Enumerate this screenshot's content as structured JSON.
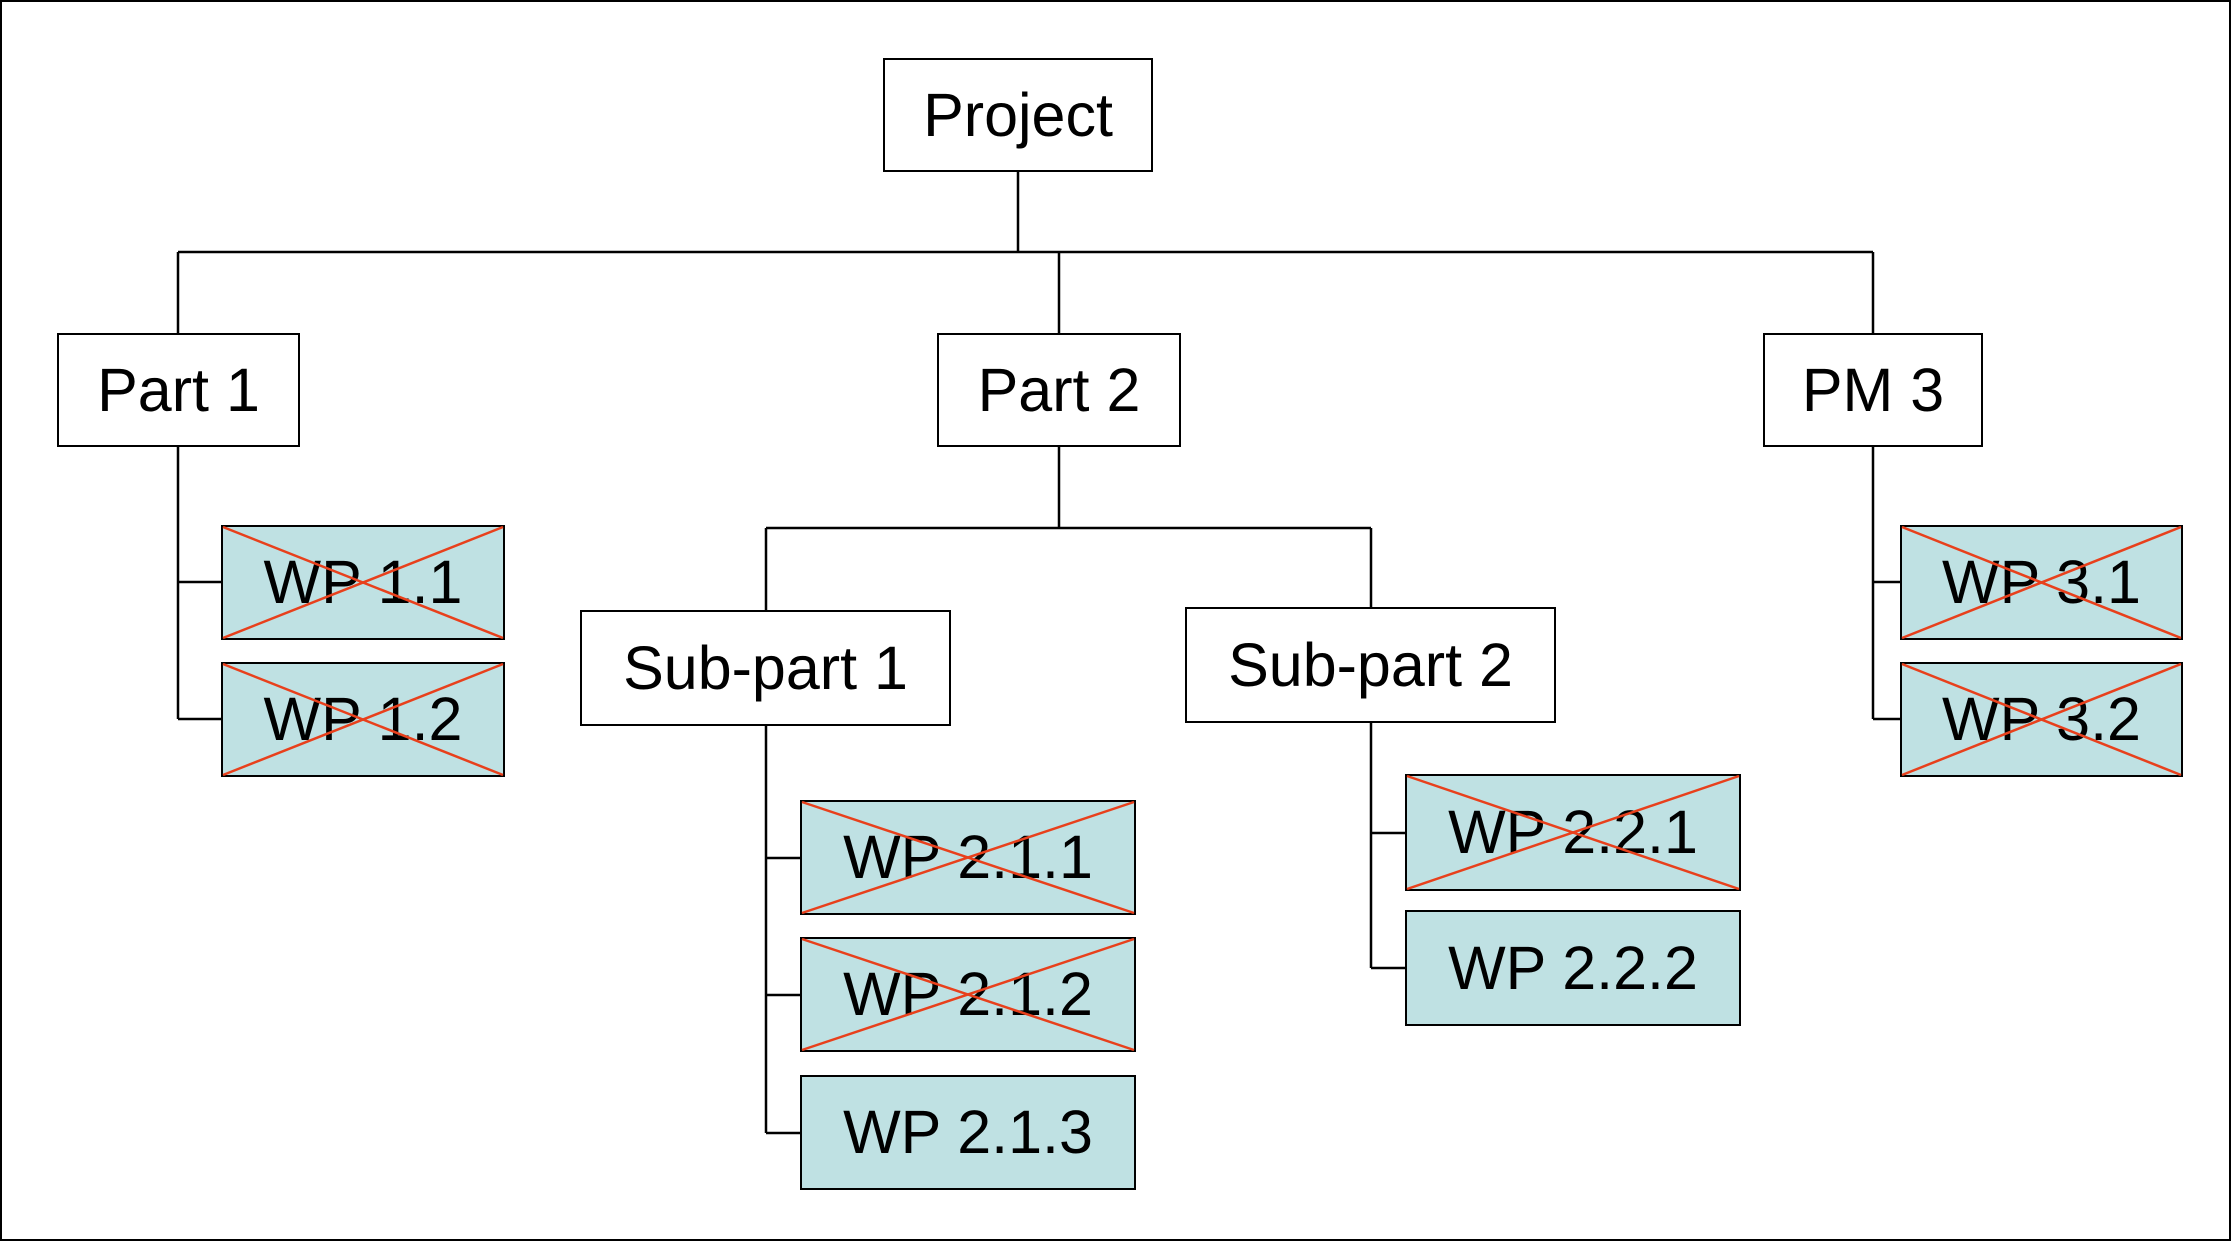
{
  "diagram": {
    "colors": {
      "work_package_fill": "#bfe1e3",
      "cross_out": "#e8401c",
      "border": "#000000"
    },
    "nodes": {
      "project": {
        "label": "Project"
      },
      "part1": {
        "label": "Part 1"
      },
      "part2": {
        "label": "Part 2"
      },
      "pm3": {
        "label": "PM 3"
      },
      "subpart1": {
        "label": "Sub-part 1"
      },
      "subpart2": {
        "label": "Sub-part 2"
      },
      "wp11": {
        "label": "WP 1.1",
        "crossed_out": true
      },
      "wp12": {
        "label": "WP 1.2",
        "crossed_out": true
      },
      "wp211": {
        "label": "WP 2.1.1",
        "crossed_out": true
      },
      "wp212": {
        "label": "WP 2.1.2",
        "crossed_out": true
      },
      "wp213": {
        "label": "WP 2.1.3",
        "crossed_out": false
      },
      "wp221": {
        "label": "WP 2.2.1",
        "crossed_out": true
      },
      "wp222": {
        "label": "WP 2.2.2",
        "crossed_out": false
      },
      "wp31": {
        "label": "WP 3.1",
        "crossed_out": true
      },
      "wp32": {
        "label": "WP 3.2",
        "crossed_out": true
      }
    },
    "edges": [
      [
        "project",
        "part1"
      ],
      [
        "project",
        "part2"
      ],
      [
        "project",
        "pm3"
      ],
      [
        "part1",
        "wp11"
      ],
      [
        "part1",
        "wp12"
      ],
      [
        "part2",
        "subpart1"
      ],
      [
        "part2",
        "subpart2"
      ],
      [
        "subpart1",
        "wp211"
      ],
      [
        "subpart1",
        "wp212"
      ],
      [
        "subpart1",
        "wp213"
      ],
      [
        "subpart2",
        "wp221"
      ],
      [
        "subpart2",
        "wp222"
      ],
      [
        "pm3",
        "wp31"
      ],
      [
        "pm3",
        "wp32"
      ]
    ]
  }
}
